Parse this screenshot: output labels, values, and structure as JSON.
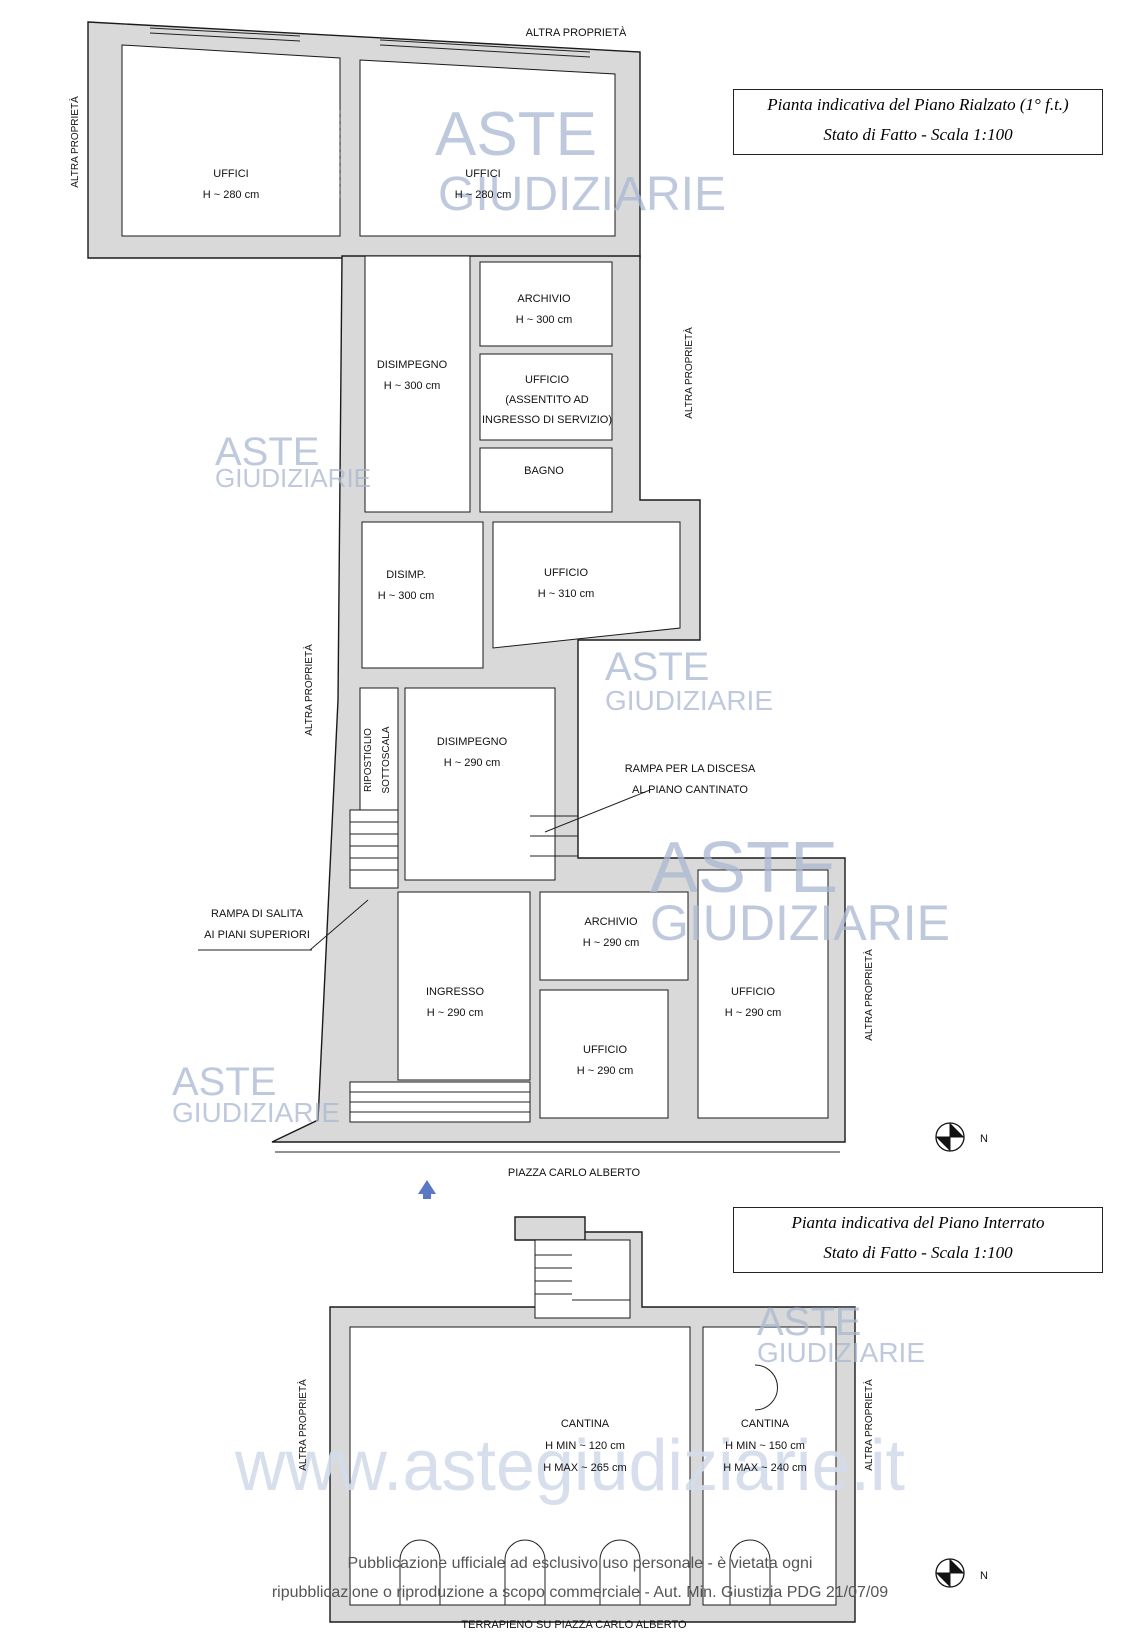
{
  "titles": {
    "ground_floor": {
      "line1": "Pianta indicativa del Piano Rialzato (1° f.t.)",
      "line2": "Stato di Fatto - Scala 1:100"
    },
    "basement": {
      "line1": "Pianta indicativa del Piano Interrato",
      "line2": "Stato di Fatto - Scala 1:100"
    }
  },
  "neighbors": {
    "top": "ALTRA PROPRIETÀ",
    "left_upper": "ALTRA PROPRIETÀ",
    "right_upper": "ALTRA PROPRIETÀ",
    "left_middle": "ALTRA PROPRIETÀ",
    "right_lower": "ALTRA PROPRIETÀ",
    "basement_left": "ALTRA PROPRIETÀ",
    "basement_right": "ALTRA PROPRIETÀ"
  },
  "street": "PIAZZA CARLO ALBERTO",
  "basement_street": "TERRAPIENO SU PIAZZA CARLO ALBERTO",
  "rooms": {
    "uffici_1": {
      "name": "UFFICI",
      "height": "H ~  280 cm"
    },
    "uffici_2": {
      "name": "UFFICI",
      "height": "H ~  280 cm"
    },
    "archivio_1": {
      "name": "ARCHIVIO",
      "height": "H ~  300 cm"
    },
    "disimpegno_1": {
      "name": "DISIMPEGNO",
      "height": "H ~  300 cm"
    },
    "ufficio_servizio": {
      "name": "UFFICIO",
      "line2": "(ASSENTITO AD",
      "line3": "INGRESSO DI SERVIZIO)"
    },
    "bagno": {
      "name": "BAGNO"
    },
    "disimp": {
      "name": "DISIMP.",
      "height": "H ~  300 cm"
    },
    "ufficio_310": {
      "name": "UFFICIO",
      "height": "H ~  310 cm"
    },
    "ripostiglio": {
      "line1": "RIPOSTIGLIO",
      "line2": "SOTTOSCALA"
    },
    "disimpegno_2": {
      "name": "DISIMPEGNO",
      "height": "H ~  290 cm"
    },
    "archivio_2": {
      "name": "ARCHIVIO",
      "height": "H ~  290 cm"
    },
    "ingresso": {
      "name": "INGRESSO",
      "height": "H ~  290 cm"
    },
    "ufficio_r": {
      "name": "UFFICIO",
      "height": "H ~  290 cm"
    },
    "ufficio_c": {
      "name": "UFFICIO",
      "height": "H ~  290 cm"
    },
    "cantina_1": {
      "name": "CANTINA",
      "hmin": "H MIN ~  120 cm",
      "hmax": "H MAX ~  265 cm"
    },
    "cantina_2": {
      "name": "CANTINA",
      "hmin": "H MIN ~  150 cm",
      "hmax": "H MAX ~  240 cm"
    }
  },
  "annotations": {
    "rampa_discesa_1": "RAMPA PER LA DISCESA",
    "rampa_discesa_2": "AL PIANO CANTINATO",
    "rampa_salita_1": "RAMPA DI SALITA",
    "rampa_salita_2": "AI PIANI SUPERIORI"
  },
  "compass": "N",
  "watermark": {
    "brand1": "ASTE",
    "brand2": "GIUDIZIARIE",
    "site": "www.astegiudiziarie.it"
  },
  "disclaimer": {
    "line1": "Pubblicazione ufficiale ad esclusivo uso personale - è vietata ogni",
    "line2": "ripubblicazione o riproduzione a scopo commerciale - Aut. Min. Giustizia PDG 21/07/09"
  }
}
